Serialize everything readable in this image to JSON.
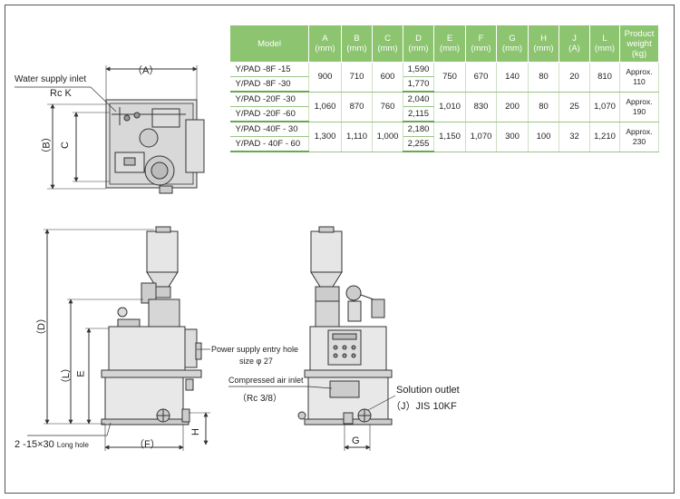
{
  "table": {
    "headers": [
      "Model",
      "A\n(mm)",
      "B\n(mm)",
      "C\n(mm)",
      "D\n(mm)",
      "E\n(mm)",
      "F\n(mm)",
      "G\n(mm)",
      "H\n(mm)",
      "J\n(A)",
      "L\n(mm)",
      "Product\nweight\n(kg)"
    ],
    "groups": [
      {
        "models": [
          "Y/PAD -8F -15",
          "Y/PAD -8F -30"
        ],
        "A": "900",
        "B": "710",
        "C": "600",
        "D": [
          "1,590",
          "1,770"
        ],
        "E": "750",
        "F": "670",
        "G": "140",
        "H": "80",
        "J": "20",
        "L": "810",
        "weight": "Approx.\n110"
      },
      {
        "models": [
          "Y/PAD -20F -30",
          "Y/PAD -20F -60"
        ],
        "A": "1,060",
        "B": "870",
        "C": "760",
        "D": [
          "2,040",
          "2,115"
        ],
        "E": "1,010",
        "F": "830",
        "G": "200",
        "H": "80",
        "J": "25",
        "L": "1,070",
        "weight": "Approx.\n190"
      },
      {
        "models": [
          "Y/PAD -40F - 30",
          "Y/PAD - 40F - 60"
        ],
        "A": "1,300",
        "B": "1,110",
        "C": "1,000",
        "D": [
          "2,180",
          "2,255"
        ],
        "E": "1,150",
        "F": "1,070",
        "G": "300",
        "H": "100",
        "J": "32",
        "L": "1,210",
        "weight": "Approx.\n230"
      }
    ]
  },
  "labels": {
    "water_inlet": "Water supply inlet",
    "rc_k": "Rc K",
    "A": "（A）",
    "B": "（B）",
    "C": "C",
    "D": "（D）",
    "L": "（L）",
    "E": "E",
    "F": "（F）",
    "G": "G",
    "H": "H",
    "power_entry": "Power supply entry hole",
    "power_size": "size φ 27",
    "air_inlet": "Compressed air inlet",
    "rc38": "（Rc 3/8）",
    "solution_outlet": "Solution outlet",
    "jis": "（J）JIS  10KF",
    "long_hole": "2 -15×30",
    "long_hole_small": "Long hole"
  }
}
